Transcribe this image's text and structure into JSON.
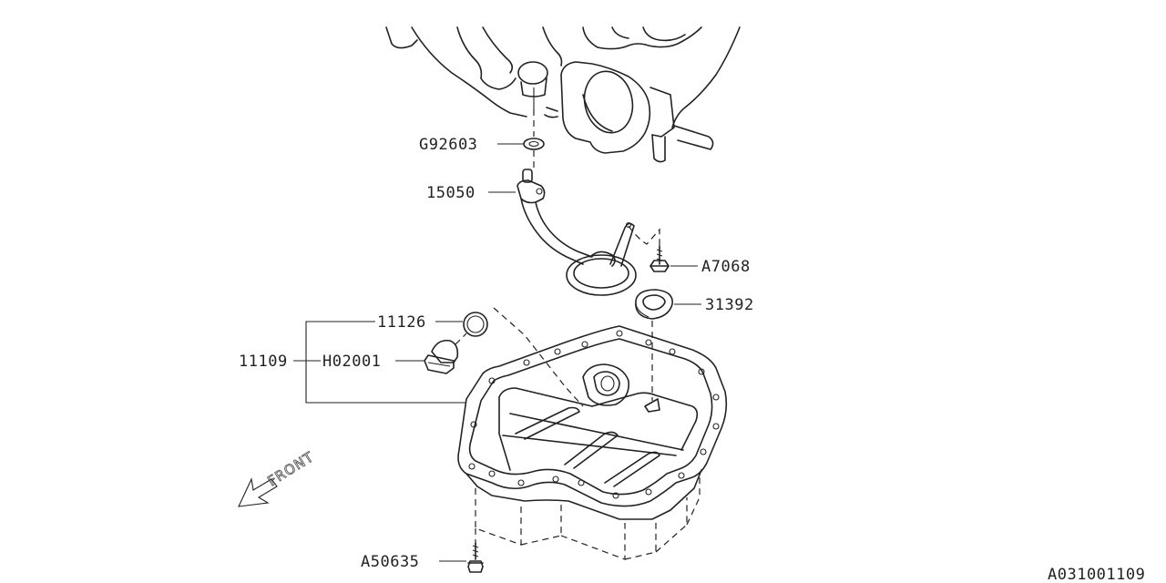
{
  "diagram": {
    "id_code": "A031001109",
    "direction_label": "FRONT",
    "parts": [
      {
        "ref": "G92603"
      },
      {
        "ref": "15050"
      },
      {
        "ref": "A7068"
      },
      {
        "ref": "31392"
      },
      {
        "ref": "11126"
      },
      {
        "ref": "11109"
      },
      {
        "ref": "H02001"
      },
      {
        "ref": "A50635"
      }
    ]
  }
}
